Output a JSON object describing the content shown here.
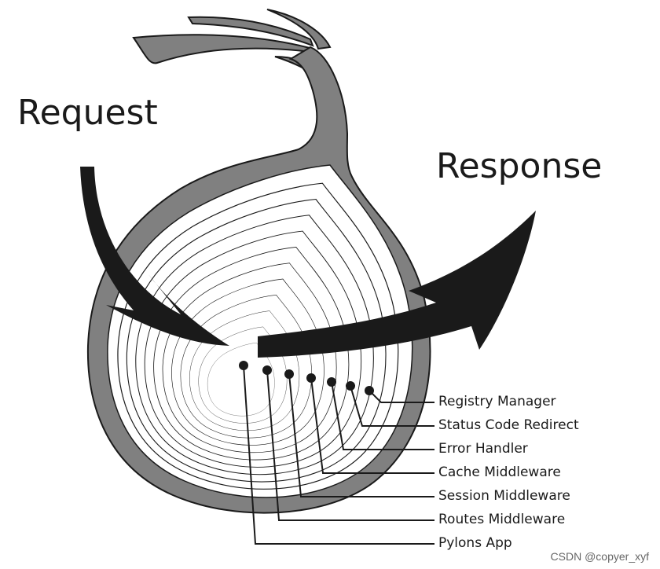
{
  "title_request": "Request",
  "title_response": "Response",
  "layers": [
    "Registry Manager",
    "Status Code Redirect",
    "Error Handler",
    "Cache Middleware",
    "Session Middleware",
    "Routes Middleware",
    "Pylons App"
  ],
  "watermark": "CSDN @copyer_xyf",
  "colors": {
    "onion_skin": "#808080",
    "ink": "#1a1a1a"
  }
}
